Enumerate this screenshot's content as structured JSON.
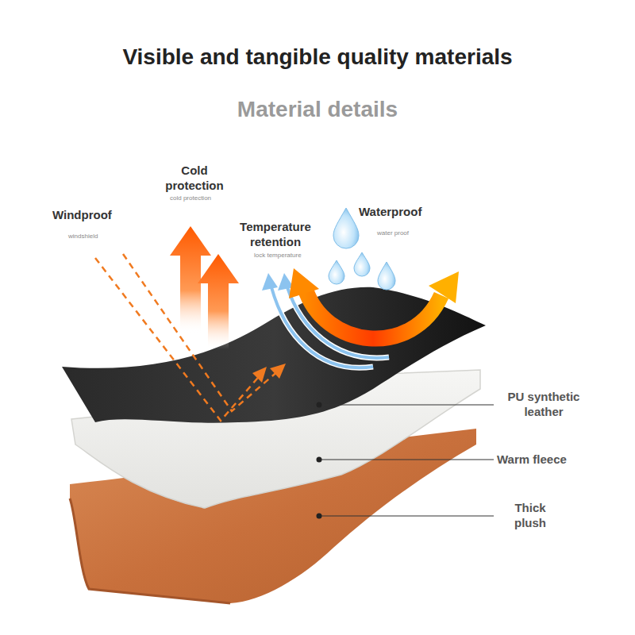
{
  "diagram": {
    "title": "Visible and tangible quality materials",
    "labels": [
      "Material details",
      "Windproof",
      "windshield",
      "Cold protection",
      "cold protection",
      "Temperature retention",
      "lock temperature",
      "Waterproof",
      "water proof",
      "PU synthetic leather",
      "Warm fleece",
      "Thick plush"
    ]
  }
}
